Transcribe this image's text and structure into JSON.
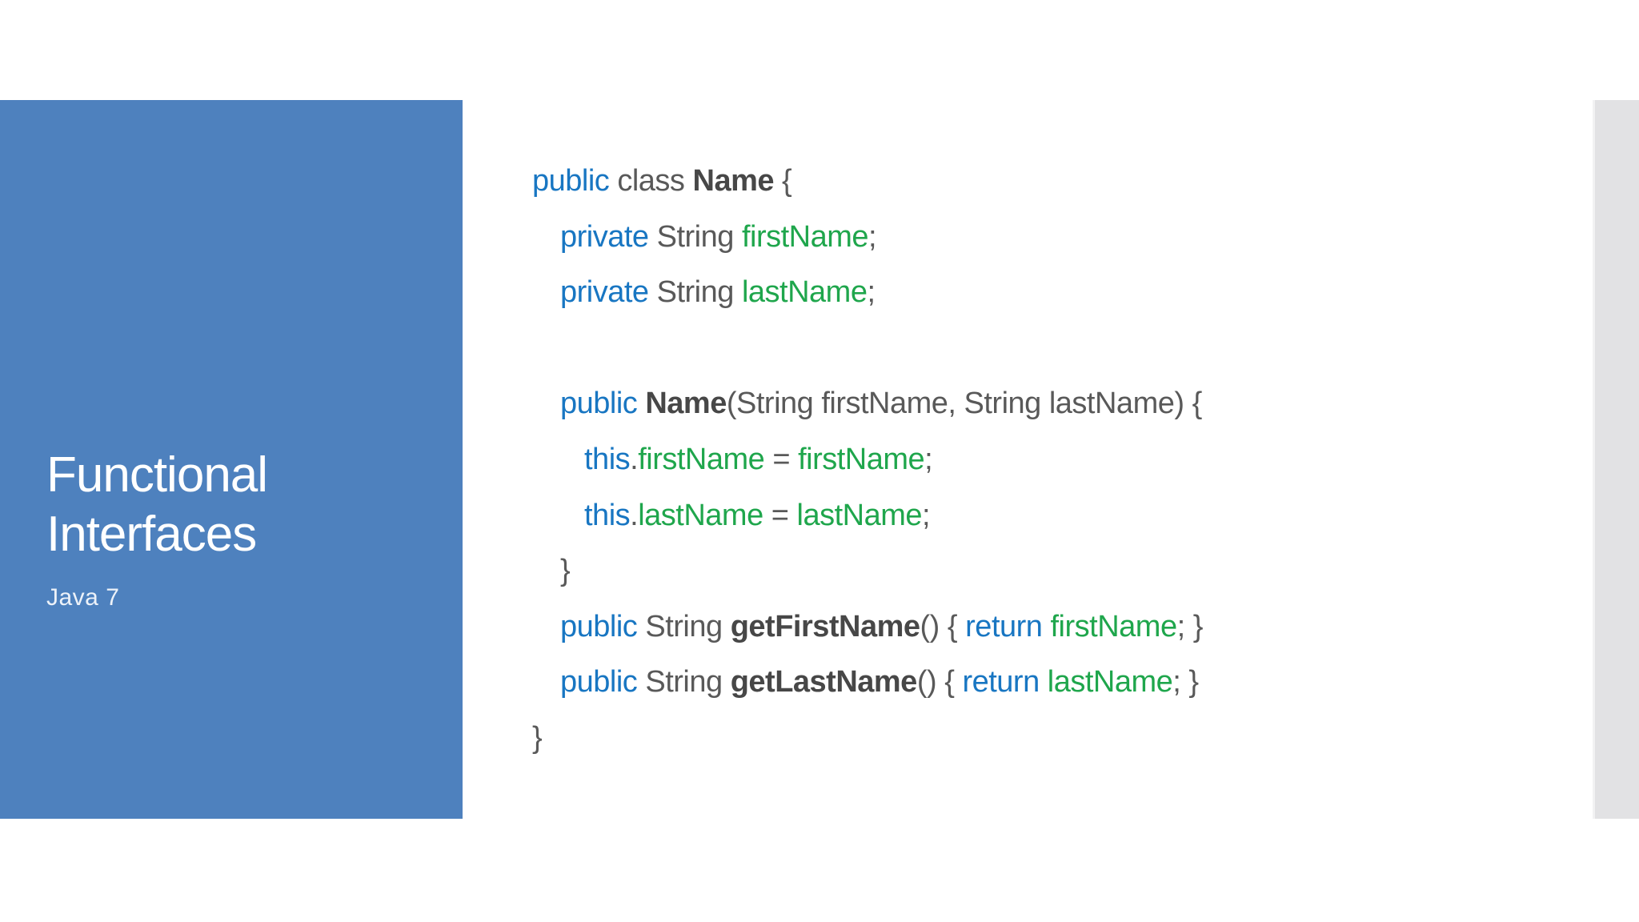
{
  "slide": {
    "title_lines": [
      "Functional",
      "Interfaces"
    ],
    "subtitle": "Java 7"
  },
  "colors": {
    "panel": "#4E81BE",
    "strip": "#E2E2E4",
    "keyword": "#1876C2",
    "plain": "#595959",
    "green": "#1FA64C",
    "bold": "#474747"
  },
  "code": {
    "language": "java",
    "lines": [
      {
        "indent": 0,
        "tokens": [
          {
            "t": "public",
            "s": "k"
          },
          {
            "t": " class ",
            "s": "p"
          },
          {
            "t": "Name",
            "s": "b"
          },
          {
            "t": " {",
            "s": "p"
          }
        ]
      },
      {
        "indent": 1,
        "tokens": [
          {
            "t": "private",
            "s": "k"
          },
          {
            "t": " String ",
            "s": "p"
          },
          {
            "t": "firstName",
            "s": "g"
          },
          {
            "t": ";",
            "s": "p"
          }
        ]
      },
      {
        "indent": 1,
        "tokens": [
          {
            "t": "private",
            "s": "k"
          },
          {
            "t": " String ",
            "s": "p"
          },
          {
            "t": "lastName",
            "s": "g"
          },
          {
            "t": ";",
            "s": "p"
          }
        ]
      },
      {
        "indent": 0,
        "tokens": []
      },
      {
        "indent": 1,
        "tokens": [
          {
            "t": "public",
            "s": "k"
          },
          {
            "t": " ",
            "s": "p"
          },
          {
            "t": "Name",
            "s": "b"
          },
          {
            "t": "(String firstName, String lastName) {",
            "s": "p"
          }
        ]
      },
      {
        "indent": 2,
        "tokens": [
          {
            "t": "this",
            "s": "k"
          },
          {
            "t": ".",
            "s": "p"
          },
          {
            "t": "firstName",
            "s": "g"
          },
          {
            "t": " = ",
            "s": "p"
          },
          {
            "t": "firstName",
            "s": "g"
          },
          {
            "t": ";",
            "s": "p"
          }
        ]
      },
      {
        "indent": 2,
        "tokens": [
          {
            "t": "this",
            "s": "k"
          },
          {
            "t": ".",
            "s": "p"
          },
          {
            "t": "lastName",
            "s": "g"
          },
          {
            "t": " = ",
            "s": "p"
          },
          {
            "t": "lastName",
            "s": "g"
          },
          {
            "t": ";",
            "s": "p"
          }
        ]
      },
      {
        "indent": 1,
        "tokens": [
          {
            "t": "}",
            "s": "p"
          }
        ]
      },
      {
        "indent": 1,
        "tokens": [
          {
            "t": "public",
            "s": "k"
          },
          {
            "t": " String ",
            "s": "p"
          },
          {
            "t": "getFirstName",
            "s": "b"
          },
          {
            "t": "() { ",
            "s": "p"
          },
          {
            "t": "return",
            "s": "k"
          },
          {
            "t": " ",
            "s": "p"
          },
          {
            "t": "firstName",
            "s": "g"
          },
          {
            "t": "; }",
            "s": "p"
          }
        ]
      },
      {
        "indent": 1,
        "tokens": [
          {
            "t": "public",
            "s": "k"
          },
          {
            "t": " String ",
            "s": "p"
          },
          {
            "t": "getLastName",
            "s": "b"
          },
          {
            "t": "() { ",
            "s": "p"
          },
          {
            "t": "return",
            "s": "k"
          },
          {
            "t": " ",
            "s": "p"
          },
          {
            "t": "lastName",
            "s": "g"
          },
          {
            "t": "; }",
            "s": "p"
          }
        ]
      },
      {
        "indent": 0,
        "tokens": [
          {
            "t": "}",
            "s": "p"
          }
        ]
      }
    ]
  }
}
